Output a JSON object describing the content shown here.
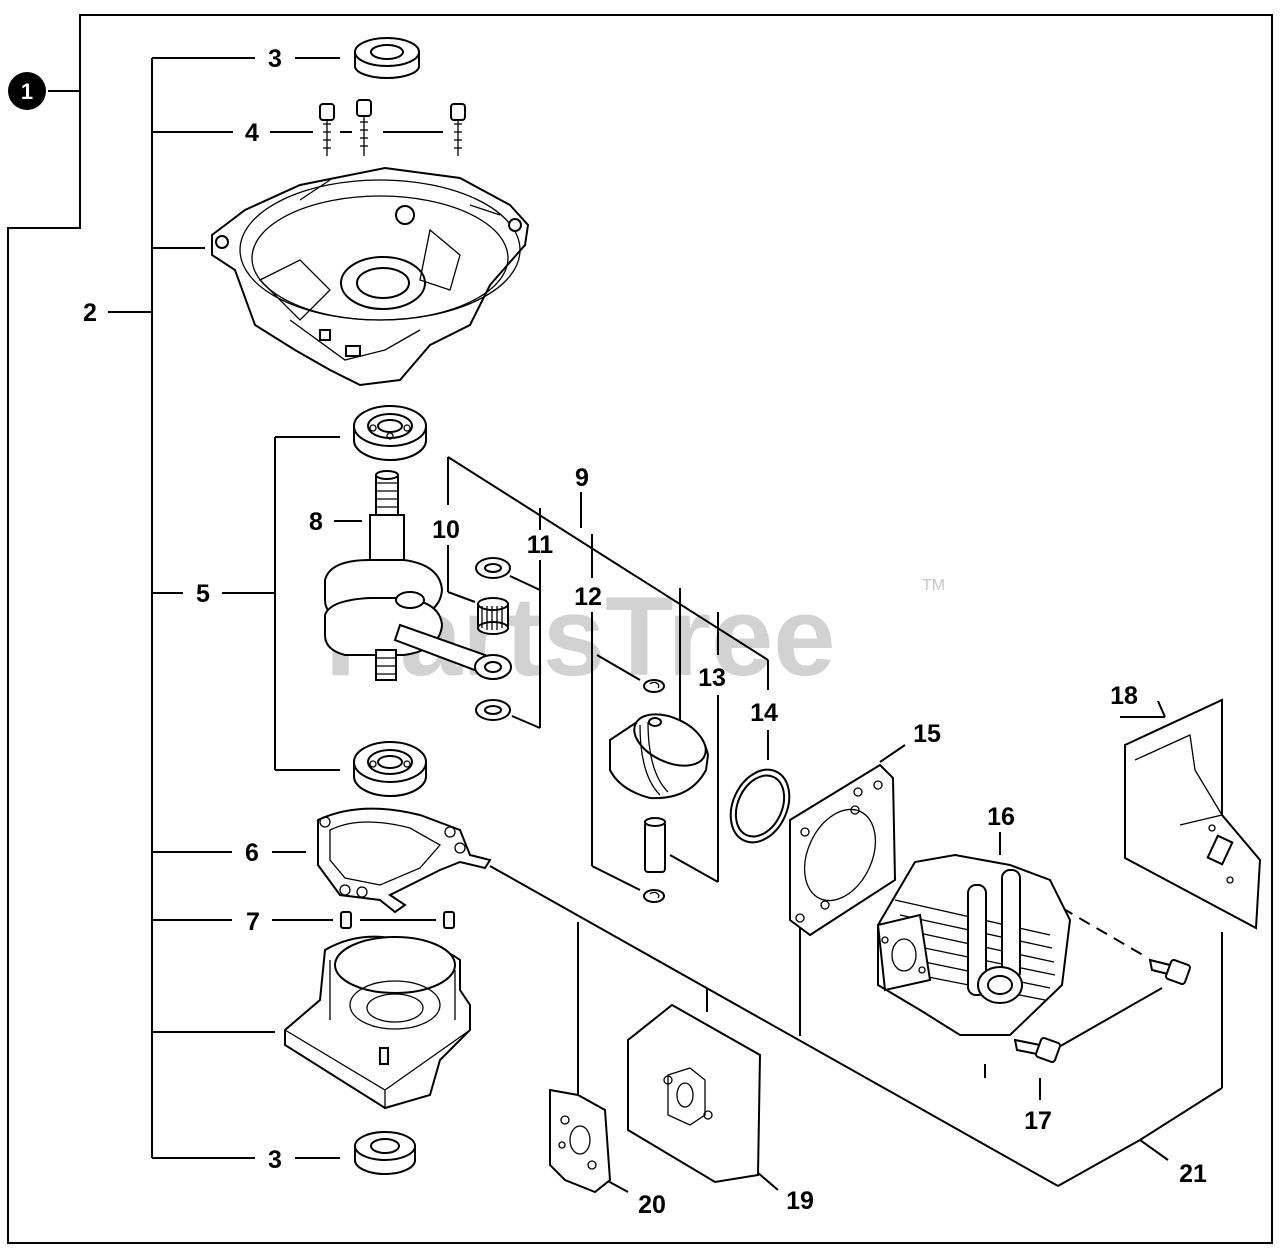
{
  "watermark": {
    "text": "PartsTree",
    "trademark": "TM"
  },
  "badge": "1",
  "labels": [
    {
      "id": "3a",
      "text": "3"
    },
    {
      "id": "4",
      "text": "4"
    },
    {
      "id": "2",
      "text": "2"
    },
    {
      "id": "8",
      "text": "8"
    },
    {
      "id": "10",
      "text": "10"
    },
    {
      "id": "9",
      "text": "9"
    },
    {
      "id": "11",
      "text": "11"
    },
    {
      "id": "5",
      "text": "5"
    },
    {
      "id": "12",
      "text": "12"
    },
    {
      "id": "13",
      "text": "13"
    },
    {
      "id": "14",
      "text": "14"
    },
    {
      "id": "15",
      "text": "15"
    },
    {
      "id": "16",
      "text": "16"
    },
    {
      "id": "18",
      "text": "18"
    },
    {
      "id": "6",
      "text": "6"
    },
    {
      "id": "7",
      "text": "7"
    },
    {
      "id": "17",
      "text": "17"
    },
    {
      "id": "3b",
      "text": "3"
    },
    {
      "id": "20",
      "text": "20"
    },
    {
      "id": "19",
      "text": "19"
    },
    {
      "id": "21",
      "text": "21"
    }
  ]
}
